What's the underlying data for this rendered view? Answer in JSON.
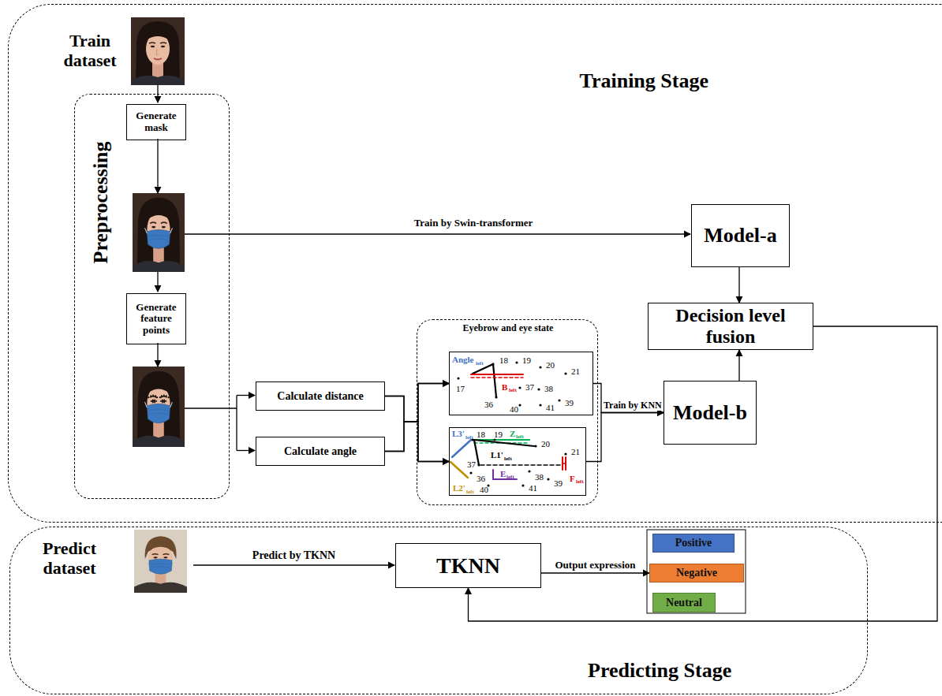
{
  "diagram": {
    "nodes": [
      {
        "text": [
          "Training Stage"
        ]
      },
      {
        "text": [
          "Preprocessing"
        ],
        "in": 0
      },
      {
        "text": [
          "Generate mask"
        ],
        "in": 1
      },
      {
        "text": [
          "Generate feature points"
        ],
        "in": 1
      },
      {
        "text": [
          "Calculate distance"
        ],
        "in": 0
      },
      {
        "text": [
          "Calculate angle"
        ],
        "in": 0
      },
      {
        "text": [
          "Eyebrow and eye state"
        ],
        "in": 0
      },
      {
        "text": [
          "Angle",
          "left",
          "18",
          "19",
          "20",
          "21",
          "17",
          "B",
          "left",
          "37",
          "38",
          "36",
          "39",
          "40",
          "41"
        ],
        "in": 6
      },
      {
        "text": [
          "L3'",
          "left",
          "18",
          "19",
          "Z",
          "left",
          "20",
          "L1'",
          "left",
          "21",
          "37",
          "F",
          "left",
          "L2'",
          "left",
          "36",
          "E",
          "left",
          "38",
          "39",
          "40",
          "41"
        ],
        "in": 6
      },
      {
        "text": [
          "Model-a"
        ],
        "in": 0
      },
      {
        "text": [
          "Decision level fusion"
        ],
        "in": 0
      },
      {
        "text": [
          "Model-b"
        ],
        "in": 0
      },
      {
        "text": [
          "Predicting Stage"
        ]
      },
      {
        "text": [
          "TKNN"
        ],
        "in": 12
      },
      {
        "text": [
          "Positive"
        ],
        "in": 12
      },
      {
        "text": [
          "Negative"
        ],
        "in": 12
      },
      {
        "text": [
          "Neutral"
        ],
        "in": 12
      }
    ],
    "edges": [
      {
        "from": 4,
        "to": 7,
        "arrow": "to"
      },
      {
        "from": 4,
        "to": 8,
        "arrow": "to"
      },
      {
        "from": 5,
        "to": 7,
        "arrow": "to"
      },
      {
        "from": 5,
        "to": 8,
        "arrow": "to"
      },
      {
        "from": 7,
        "to": 11,
        "label": "Train by KNN",
        "arrow": "to"
      },
      {
        "from": 8,
        "to": 11,
        "arrow": "to"
      },
      {
        "from": 9,
        "to": 10,
        "arrow": "to"
      },
      {
        "from": 11,
        "to": 10,
        "arrow": "to"
      },
      {
        "from": 10,
        "to": 13,
        "arrow": "to"
      },
      {
        "from": 13,
        "to": 15,
        "label": "Output expression",
        "arrow": "to"
      }
    ],
    "labels": [
      "Train dataset",
      "Train by Swin-transformer",
      "Predict dataset",
      "Predict by TKNN"
    ]
  }
}
